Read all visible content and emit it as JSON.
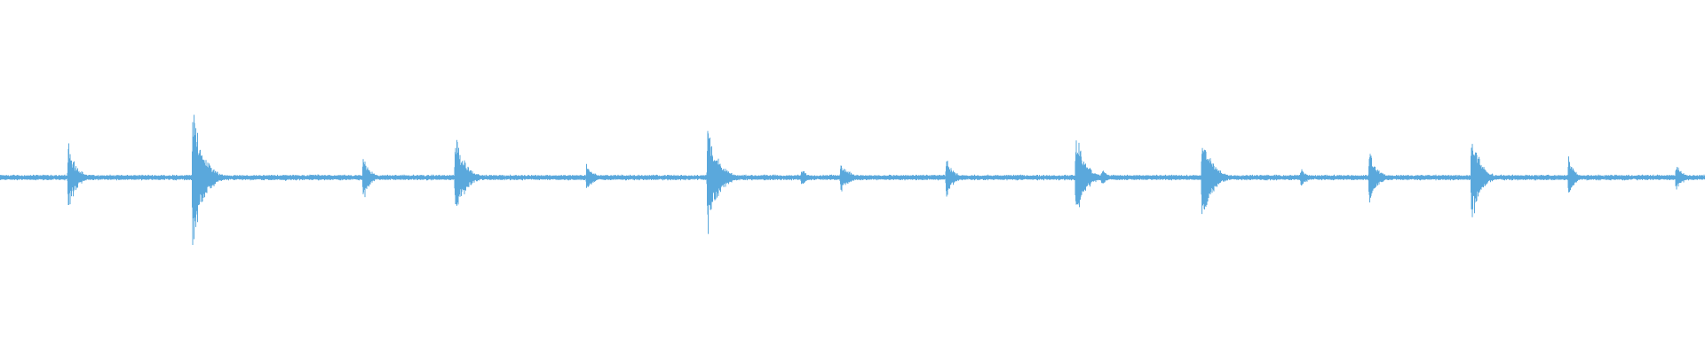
{
  "waveform": {
    "color": "#5aa8dc",
    "background": "#ffffff",
    "duration": 100,
    "amplitude_range": [
      -1,
      1
    ],
    "baseline_amplitude": 0.008,
    "noise_amplitude": 0.006,
    "transients": [
      {
        "t": 4.0,
        "peak": 0.2,
        "decay": 1.2
      },
      {
        "t": 11.3,
        "peak": 0.4,
        "decay": 1.6
      },
      {
        "t": 16.7,
        "peak": 0.02,
        "decay": 1.0
      },
      {
        "t": 18.6,
        "peak": 0.02,
        "decay": 1.0
      },
      {
        "t": 21.3,
        "peak": 0.13,
        "decay": 1.0
      },
      {
        "t": 26.7,
        "peak": 0.23,
        "decay": 1.6
      },
      {
        "t": 34.4,
        "peak": 0.07,
        "decay": 1.2
      },
      {
        "t": 41.5,
        "peak": 0.3,
        "decay": 1.6
      },
      {
        "t": 47.0,
        "peak": 0.05,
        "decay": 1.0
      },
      {
        "t": 49.3,
        "peak": 0.08,
        "decay": 1.6
      },
      {
        "t": 55.5,
        "peak": 0.1,
        "decay": 1.2
      },
      {
        "t": 63.1,
        "peak": 0.25,
        "decay": 1.4
      },
      {
        "t": 64.6,
        "peak": 0.05,
        "decay": 1.0
      },
      {
        "t": 70.5,
        "peak": 0.26,
        "decay": 1.6
      },
      {
        "t": 76.3,
        "peak": 0.05,
        "decay": 1.2
      },
      {
        "t": 80.3,
        "peak": 0.16,
        "decay": 1.2
      },
      {
        "t": 86.3,
        "peak": 0.25,
        "decay": 1.4
      },
      {
        "t": 92.0,
        "peak": 0.12,
        "decay": 0.9
      },
      {
        "t": 98.3,
        "peak": 0.07,
        "decay": 1.2
      }
    ]
  }
}
